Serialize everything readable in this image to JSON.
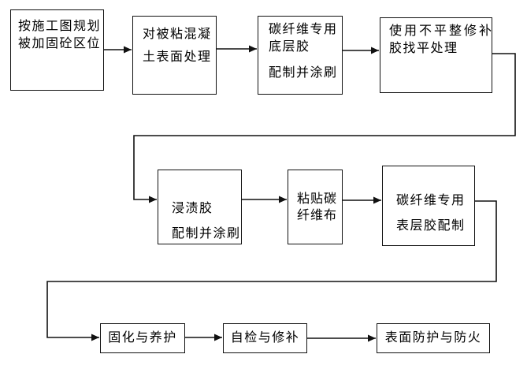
{
  "diagram": {
    "type": "flowchart",
    "background_color": "#ffffff",
    "line_color": "#111111",
    "boxes": [
      {
        "id": "plan-area",
        "lines": [
          "按施工图规划",
          "被加固砼区位"
        ]
      },
      {
        "id": "surface-treatment",
        "lines": [
          "对被粘混凝",
          "土表面处理"
        ]
      },
      {
        "id": "primer-adhesive",
        "lines": [
          "碳纤维专用",
          "底层胶",
          "配制并涂刷"
        ]
      },
      {
        "id": "leveling-repair",
        "lines": [
          "使用不平整修补",
          "胶找平处理"
        ]
      },
      {
        "id": "impregnation-glue",
        "lines": [
          "浸渍胶",
          "配制并涂刷"
        ]
      },
      {
        "id": "paste-carbon-cloth",
        "lines": [
          "粘贴碳",
          "纤维布"
        ]
      },
      {
        "id": "top-coat-adhesive",
        "lines": [
          "碳纤维专用",
          "表层胶配制"
        ]
      },
      {
        "id": "curing",
        "lines": [
          "固化与养护"
        ]
      },
      {
        "id": "self-inspection",
        "lines": [
          "自检与修补"
        ]
      },
      {
        "id": "surface-protection",
        "lines": [
          "表面防护与防火"
        ]
      }
    ]
  }
}
